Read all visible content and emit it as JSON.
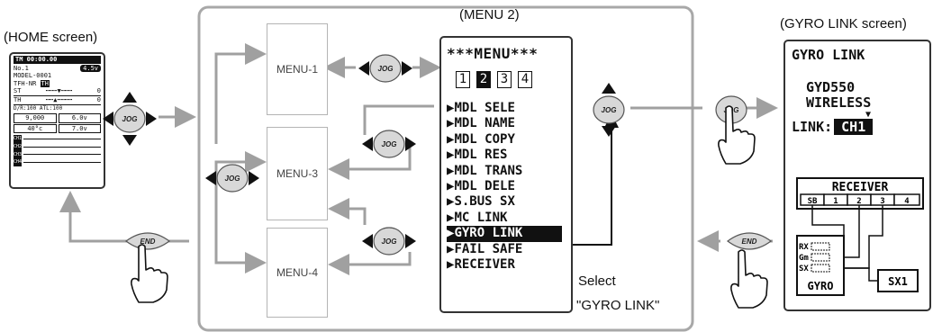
{
  "captions": {
    "home": "(HOME screen)",
    "menu2": "(MENU 2)",
    "gyro": "(GYRO LINK screen)",
    "select1": "Select",
    "select2": "\"GYRO LINK\""
  },
  "menu_boxes": [
    "MENU-1",
    "MENU-3",
    "MENU-4"
  ],
  "buttons": {
    "jog": "JOG",
    "end": "END"
  },
  "home_screen": {
    "timer": "TM 00:00.00",
    "model_no": "No.1",
    "voltage_badge": "4.5v",
    "model_name": "MODEL-0001",
    "system": "TFH-NR",
    "system_badge": "TH",
    "st_label": "ST",
    "st_val": "0",
    "th_label": "TH",
    "th_val": "0",
    "dr_atl": "D/R:100 ATL:100",
    "v1": "9,000",
    "v2": "6.0v",
    "temp": "40°c",
    "v3": "7.0v",
    "channels": [
      "CH1",
      "CH2",
      "CH3",
      "CH4"
    ]
  },
  "menu2_screen": {
    "title": "***MENU***",
    "pages": [
      "1",
      "2",
      "3",
      "4"
    ],
    "active_page": "2",
    "items": [
      "MDL SELE",
      "MDL NAME",
      "MDL COPY",
      "MDL RES",
      "MDL TRANS",
      "MDL DELE",
      "S.BUS SX",
      "MC LINK",
      "GYRO LINK",
      "FAIL SAFE",
      "RECEIVER"
    ],
    "selected_item": "GYRO LINK"
  },
  "gyro_screen": {
    "title": "GYRO LINK",
    "device": "GYD550",
    "mode": "WIRELESS",
    "link_label": "LINK:",
    "link_value": "CH1",
    "receiver_title": "RECEIVER",
    "ports": [
      "SB",
      "1",
      "2",
      "3",
      "4"
    ],
    "gyro_pins": [
      "RX",
      "Gm",
      "SX"
    ],
    "gyro_label": "GYRO",
    "sx_box": "SX1"
  },
  "colors": {
    "arrow": "#a0a0a0",
    "frame": "#a8a8a8",
    "button": "#dcdcdc",
    "lcd_fg": "#111111"
  }
}
